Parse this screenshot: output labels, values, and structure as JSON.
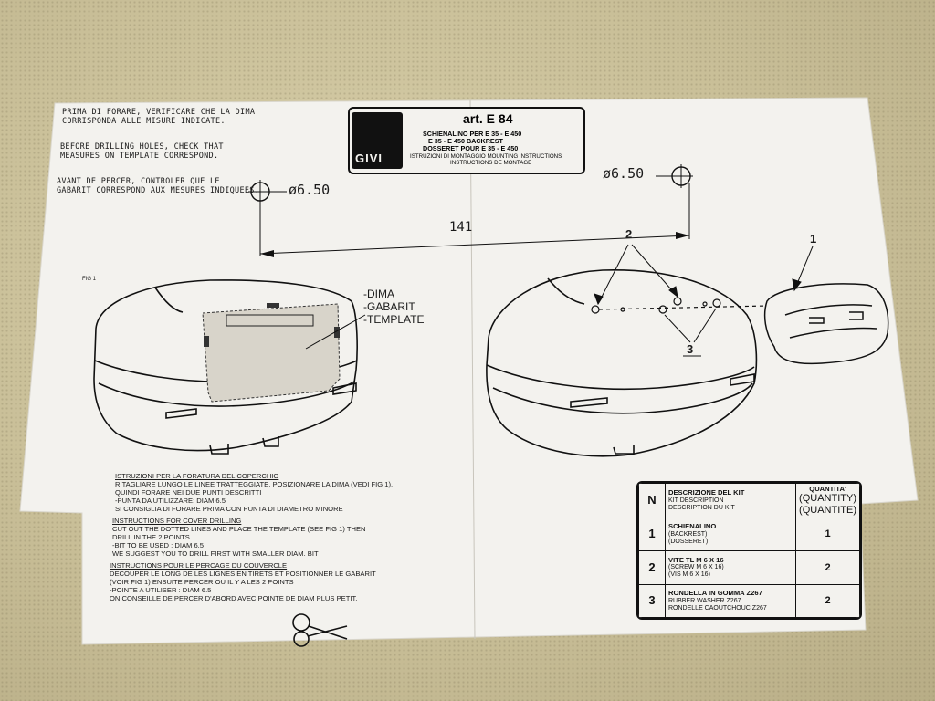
{
  "notes": {
    "it": [
      "PRIMA DI FORARE, VERIFICARE CHE LA DIMA",
      "CORRISPONDA ALLE MISURE INDICATE."
    ],
    "en": [
      "BEFORE DRILLING HOLES, CHECK THAT",
      "MEASURES ON TEMPLATE CORRESPOND."
    ],
    "fr": [
      "AVANT DE PERCER, CONTROLER QUE LE",
      "GABARIT CORRESPOND AUX MESURES INDIQUEES."
    ]
  },
  "title_box": {
    "logo": "GIVI",
    "art": "art. E 84",
    "lines": [
      "SCHIENALINO PER E 35 - E 450",
      "E 35 - E 450 BACKREST",
      "DOSSERET POUR E 35 - E 450"
    ],
    "sub1": "ISTRUZIONI DI MONTAGGIO   MOUNTING INSTRUCTIONS",
    "sub2": "INSTRUCTIONS DE MONTAGE"
  },
  "dimensions": {
    "hole_left": "ø6.50",
    "hole_right": "ø6.50",
    "distance": "141"
  },
  "figure": {
    "fig_label": "FIG 1",
    "template_labels": [
      "-DIMA",
      "-GABARIT",
      "-TEMPLATE"
    ],
    "callout_1": "1",
    "callout_2": "2",
    "callout_3": "3"
  },
  "instructions": {
    "it": {
      "head": "ISTRUZIONI PER LA FORATURA DEL COPERCHIO",
      "lines": [
        "RITAGLIARE LUNGO LE LINEE TRATTEGGIATE, POSIZIONARE LA DIMA (VEDI FIG 1),",
        "QUINDI FORARE NEI DUE PUNTI DESCRITTI",
        "-PUNTA DA UTILIZZARE: DIAM 6.5",
        "SI CONSIGLIA DI FORARE PRIMA CON PUNTA DI DIAMETRO MINORE"
      ]
    },
    "en": {
      "head": "INSTRUCTIONS FOR COVER DRILLING",
      "lines": [
        "CUT OUT THE DOTTED LINES AND PLACE THE TEMPLATE (SEE FIG 1) THEN",
        "DRILL IN THE 2 POINTS.",
        "-BIT TO BE USED : DIAM 6.5",
        "WE SUGGEST YOU TO DRILL FIRST WITH SMALLER DIAM. BIT"
      ]
    },
    "fr": {
      "head": "INSTRUCTIONS POUR LE PERCAGE DU COUVERCLE",
      "lines": [
        "DECOUPER LE LONG DE LES LIGNES EN TIRETS ET POSITIONNER LE GABARIT",
        "(VOIR FIG 1) ENSUITE PERCER OU IL Y A LES 2 POINTS",
        "-POINTE A UTILISER : DIAM 6.5",
        "ON CONSEILLE DE PERCER D'ABORD AVEC POINTE DE DIAM PLUS PETIT."
      ]
    }
  },
  "kit_table": {
    "header": {
      "n": "N",
      "desc": [
        "DESCRIZIONE DEL KIT",
        "KIT DESCRIPTION",
        "DESCRIPTION DU KIT"
      ],
      "qty": [
        "QUANTITA'",
        "(QUANTITY)",
        "(QUANTITE)"
      ]
    },
    "rows": [
      {
        "n": "1",
        "title": "SCHIENALINO",
        "sub": [
          "(BACKREST)",
          "(DOSSERET)"
        ],
        "qty": "1"
      },
      {
        "n": "2",
        "title": "VITE TL M 6 X 16",
        "sub": [
          "(SCREW M 6 X 16)",
          "(VIS M 6 X 16)"
        ],
        "qty": "2"
      },
      {
        "n": "3",
        "title": "RONDELLA IN GOMMA Z267",
        "sub": [
          "RUBBER WASHER Z267",
          "RONDELLE CAOUTCHOUC Z267"
        ],
        "qty": "2"
      }
    ]
  },
  "colors": {
    "paper": "#f3f2ee",
    "ink": "#1a1a1a",
    "carpet": "#cfc5a0"
  }
}
